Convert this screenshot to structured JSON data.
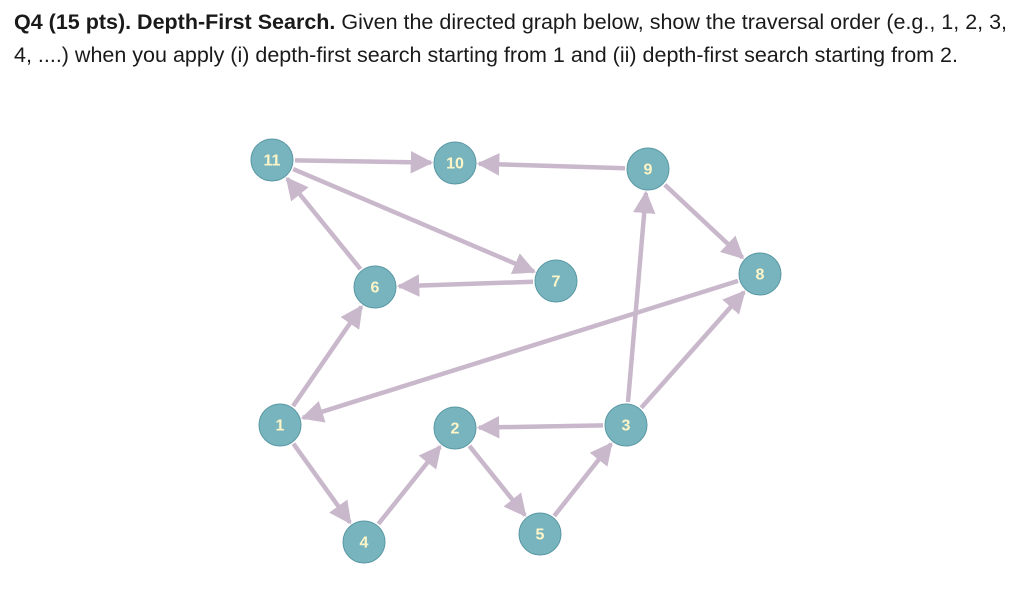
{
  "question": {
    "label": "Q4 (15 pts). Depth-First Search.",
    "text": " Given the directed graph below, show the traversal order (e.g., 1, 2, 3, 4, ....) when you apply (i) depth-first search starting from 1 and (ii) depth-first search starting from 2."
  },
  "graph": {
    "nodes": [
      {
        "id": "11"
      },
      {
        "id": "10"
      },
      {
        "id": "9"
      },
      {
        "id": "6"
      },
      {
        "id": "7"
      },
      {
        "id": "8"
      },
      {
        "id": "1"
      },
      {
        "id": "2"
      },
      {
        "id": "3"
      },
      {
        "id": "4"
      },
      {
        "id": "5"
      }
    ],
    "edges": [
      {
        "from": "11",
        "to": "10"
      },
      {
        "from": "9",
        "to": "10"
      },
      {
        "from": "11",
        "to": "7"
      },
      {
        "from": "6",
        "to": "11"
      },
      {
        "from": "7",
        "to": "6"
      },
      {
        "from": "9",
        "to": "8"
      },
      {
        "from": "1",
        "to": "6"
      },
      {
        "from": "8",
        "to": "1"
      },
      {
        "from": "3",
        "to": "9"
      },
      {
        "from": "3",
        "to": "8"
      },
      {
        "from": "3",
        "to": "2"
      },
      {
        "from": "1",
        "to": "4"
      },
      {
        "from": "4",
        "to": "2"
      },
      {
        "from": "2",
        "to": "5"
      },
      {
        "from": "5",
        "to": "3"
      }
    ],
    "colors": {
      "node_fill": "#78b4be",
      "node_label": "#fff6c8",
      "edge": "#c9b8cb"
    }
  }
}
